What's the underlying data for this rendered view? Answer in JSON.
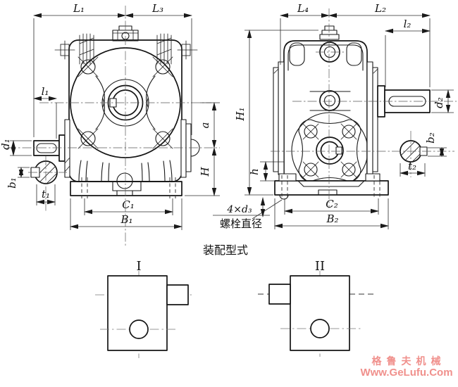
{
  "drawing": {
    "type": "worm-gear-reducer-dimension-drawing",
    "views": [
      "front-view",
      "side-view"
    ]
  },
  "front_view": {
    "dims": {
      "L1": "L₁",
      "L3": "L₃",
      "l1": "l₁",
      "d1": "d₁",
      "b1": "b₁",
      "t1": "t₁",
      "C1": "C₁",
      "B1": "B₁",
      "a": "a",
      "H": "H"
    }
  },
  "side_view": {
    "dims": {
      "L4": "L₄",
      "L2": "L₂",
      "l2": "l₂",
      "H1": "H₁",
      "h": "h",
      "d2": "d₂",
      "b2": "b₂",
      "t2": "t₂",
      "C2": "C₂",
      "B2": "B₂"
    }
  },
  "callout": {
    "line1": "4×d₃",
    "line2": "螺栓直径"
  },
  "assembly": {
    "heading": "装配型式",
    "labels": [
      "I",
      "II"
    ]
  },
  "watermark": {
    "line1": "格鲁夫机械",
    "line2": "Www.GeLufu.Com",
    "color": "#f0908c"
  },
  "colors": {
    "line": "#1a1a1a",
    "centerline": "#555555",
    "background": "#ffffff"
  }
}
